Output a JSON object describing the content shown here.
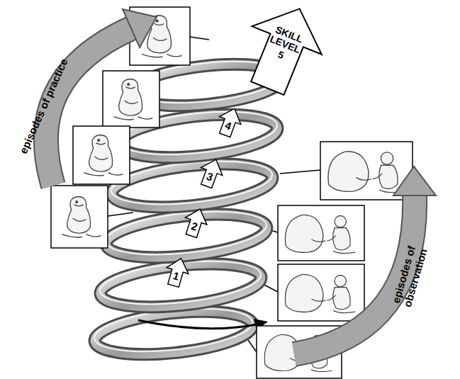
{
  "diagram": {
    "nodes": [
      {
        "text": [
          "episodes of practice"
        ]
      },
      {
        "text": [
          "SKILL LEVEL 5"
        ]
      },
      {
        "text": [
          "4"
        ]
      },
      {
        "text": [
          "3"
        ]
      },
      {
        "text": [
          "2"
        ]
      },
      {
        "text": [
          "1"
        ]
      },
      {
        "text": [
          "episodes of observation"
        ]
      }
    ]
  }
}
